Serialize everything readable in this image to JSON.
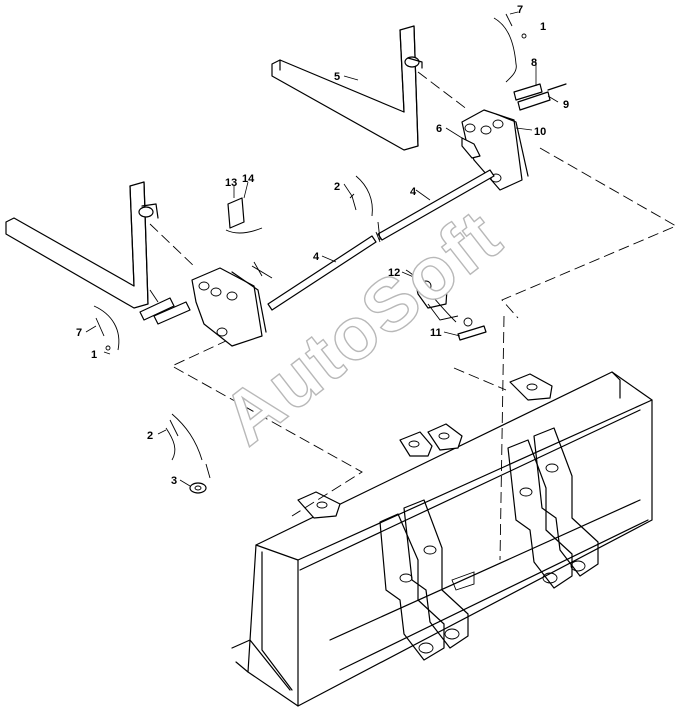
{
  "watermark": "AutoSoft",
  "callouts": [
    {
      "id": "callout-7-right",
      "label": "7"
    },
    {
      "id": "callout-1-right",
      "label": "1"
    },
    {
      "id": "callout-8",
      "label": "8"
    },
    {
      "id": "callout-9",
      "label": "9"
    },
    {
      "id": "callout-5",
      "label": "5"
    },
    {
      "id": "callout-6",
      "label": "6"
    },
    {
      "id": "callout-10",
      "label": "10"
    },
    {
      "id": "callout-13",
      "label": "13"
    },
    {
      "id": "callout-14",
      "label": "14"
    },
    {
      "id": "callout-2-top",
      "label": "2"
    },
    {
      "id": "callout-4-right",
      "label": "4"
    },
    {
      "id": "callout-4-left",
      "label": "4"
    },
    {
      "id": "callout-12",
      "label": "12"
    },
    {
      "id": "callout-11",
      "label": "11"
    },
    {
      "id": "callout-7-left",
      "label": "7"
    },
    {
      "id": "callout-1-left",
      "label": "1"
    },
    {
      "id": "callout-2-bottom",
      "label": "2"
    },
    {
      "id": "callout-3",
      "label": "3"
    }
  ]
}
